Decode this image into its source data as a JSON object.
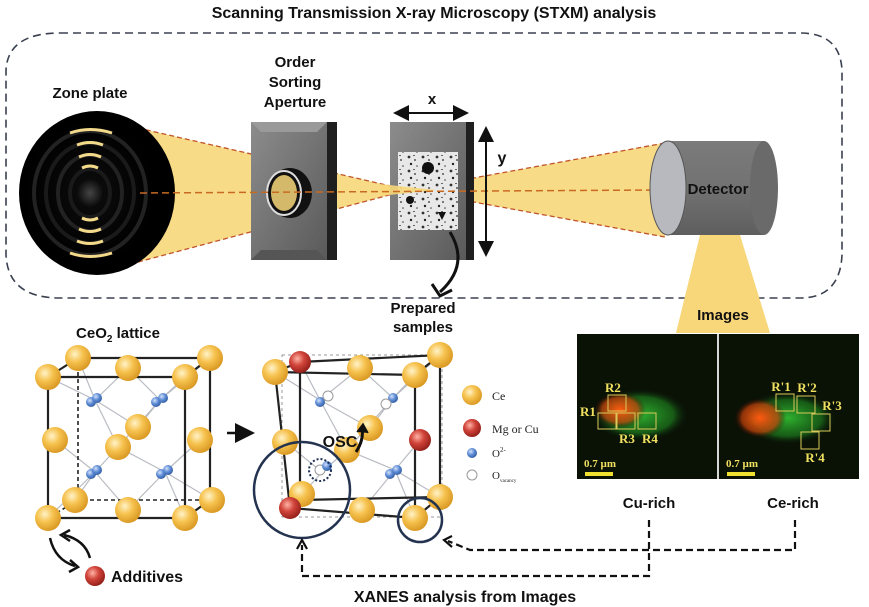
{
  "title": "Scanning Transmission X-ray Microscopy (STXM) analysis",
  "stxm": {
    "zone_plate": "Zone plate",
    "osa_line1": "Order",
    "osa_line2": "Sorting",
    "osa_line3": "Aperture",
    "axis_x": "x",
    "axis_y": "y",
    "detector": "Detector",
    "images": "Images",
    "prepared_line1": "Prepared",
    "prepared_line2": "samples"
  },
  "lattice": {
    "title_main": "CeO",
    "title_sub": "2",
    "title_rest": " lattice",
    "additives": "Additives",
    "osc": "OSC"
  },
  "legend": [
    {
      "label": "Ce",
      "color": "#f2b83a"
    },
    {
      "label": "Mg or Cu",
      "color": "#c9372c"
    },
    {
      "label": "O",
      "sup": "2-",
      "color": "#5a86cf"
    },
    {
      "label": "O",
      "sub": "vacancy",
      "color": "#ffffff"
    }
  ],
  "micrographs": [
    {
      "caption": "Cu-rich",
      "scale": "0.7 µm",
      "regions": [
        "R1",
        "R2",
        "R3",
        "R4"
      ]
    },
    {
      "caption": "Ce-rich",
      "scale": "0.7 µm",
      "regions": [
        "R'1",
        "R'2",
        "R'3",
        "R'4"
      ]
    }
  ],
  "footer": "XANES analysis from Images",
  "colors": {
    "beam": "#f7d77a",
    "beam_edge": "#c0542a",
    "dash_frame": "#3a4050",
    "ce": "#f2b83a",
    "additive": "#c9372c",
    "oxygen": "#5a86cf",
    "circle": "#24334f"
  }
}
